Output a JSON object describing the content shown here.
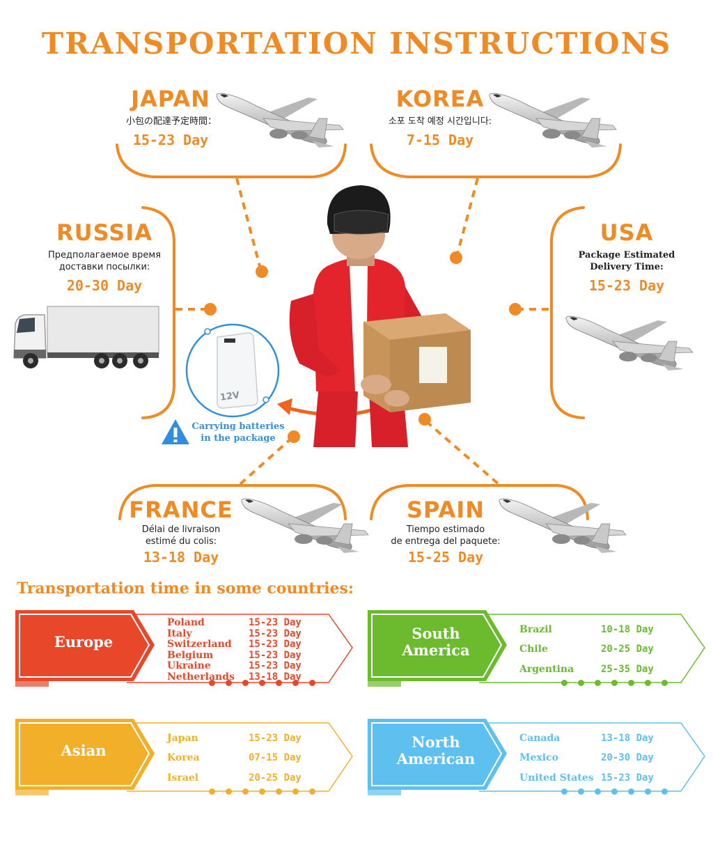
{
  "title": "TRANSPORTATION INSTRUCTIONS",
  "countries": {
    "japan": {
      "name": "JAPAN",
      "desc": "小包の配達予定時間：",
      "days": "15-23 Day"
    },
    "korea": {
      "name": "KOREA",
      "desc": "소포 도착 예정 시간입니다:",
      "days": "7-15 Day"
    },
    "russia": {
      "name": "RUSSIA",
      "desc_line1": "Предполагаемое время",
      "desc_line2": "доставки посылки:",
      "days": "20-30 Day"
    },
    "usa": {
      "name": "USA",
      "desc_line1": "Package Estimated",
      "desc_line2": "Delivery Time:",
      "days": "15-23 Day"
    },
    "france": {
      "name": "FRANCE",
      "desc_line1": "Délai de livraison",
      "desc_line2": "estimé du colis:",
      "days": "13-18 Day"
    },
    "spain": {
      "name": "SPAIN",
      "desc_line1": "Tiempo estimado",
      "desc_line2": "de entrega del paquete:",
      "days": "15-25 Day"
    }
  },
  "battery_label": "12V",
  "warning": {
    "line1": "Carrying batteries",
    "line2": "in the package"
  },
  "subtitle": "Transportation time in some countries:",
  "colors": {
    "accent": "#f08a24",
    "europe": "#e8472a",
    "south_america": "#6cbb2e",
    "asian": "#f2b02a",
    "north_american": "#5ec0ef",
    "warning_blue": "#2f8fde"
  },
  "regions": {
    "europe": {
      "name": "Europe",
      "rows": [
        {
          "country": "Poland",
          "days": "15-23 Day"
        },
        {
          "country": "Italy",
          "days": "15-23 Day"
        },
        {
          "country": "Switzerland",
          "days": "15-23 Day"
        },
        {
          "country": "Belgium",
          "days": "15-23 Day"
        },
        {
          "country": "Ukraine",
          "days": "15-23 Day"
        },
        {
          "country": "Netherlands",
          "days": "13-18 Day"
        }
      ]
    },
    "south_america": {
      "name_line1": "South",
      "name_line2": "America",
      "rows": [
        {
          "country": "Brazil",
          "days": "10-18 Day"
        },
        {
          "country": "Chile",
          "days": "20-25 Day"
        },
        {
          "country": "Argentina",
          "days": "25-35 Day"
        }
      ]
    },
    "asian": {
      "name": "Asian",
      "rows": [
        {
          "country": "Japan",
          "days": "15-23 Day"
        },
        {
          "country": "Korea",
          "days": "07-15 Day"
        },
        {
          "country": "Israel",
          "days": "20-25 Day"
        }
      ]
    },
    "north_american": {
      "name_line1": "North",
      "name_line2": "American",
      "rows": [
        {
          "country": "Canada",
          "days": "13-18 Day"
        },
        {
          "country": "Mexico",
          "days": "20-30 Day"
        },
        {
          "country": "United States",
          "days": "15-23 Day"
        }
      ]
    }
  }
}
